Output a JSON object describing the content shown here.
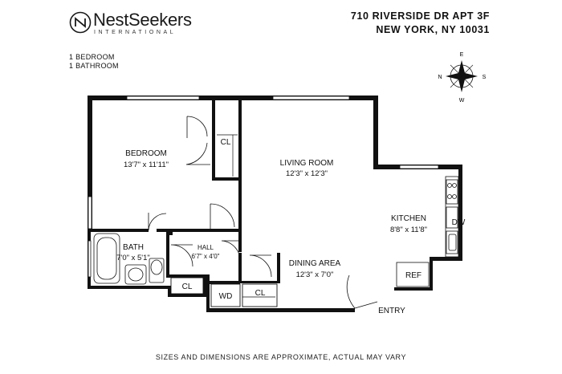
{
  "brand": {
    "name": "NestSeekers",
    "sub": "INTERNATIONAL"
  },
  "address": {
    "line1": "710 RIVERSIDE DR APT 3F",
    "line2": "NEW YORK, NY 10031"
  },
  "counts": {
    "bedrooms": "1 BEDROOM",
    "bathrooms": "1 BATHROOM"
  },
  "compass": {
    "n": "N",
    "s": "S",
    "e": "E",
    "w": "W"
  },
  "rooms": {
    "bedroom": {
      "name": "BEDROOM",
      "dims": "13'7\" x 11'11\""
    },
    "living": {
      "name": "LIVING ROOM",
      "dims": "12'3\" x 12'3\""
    },
    "kitchen": {
      "name": "KITCHEN",
      "dims": "8'8\" x 11'8\""
    },
    "bath": {
      "name": "BATH",
      "dims": "7'0\" x 5'1\""
    },
    "hall": {
      "name": "HALL",
      "dims": "6'7\" x 4'0\""
    },
    "dining": {
      "name": "DINING AREA",
      "dims": "12'3\" x 7'0\""
    }
  },
  "fixtures": {
    "closet_bedroom": "CL",
    "closet_hall": "CL",
    "closet_entry": "CL",
    "washer_dryer": "WD",
    "dishwasher": "DW",
    "refrigerator": "REF",
    "entry": "ENTRY"
  },
  "footer": "SIZES AND DIMENSIONS ARE APPROXIMATE, ACTUAL MAY VARY"
}
